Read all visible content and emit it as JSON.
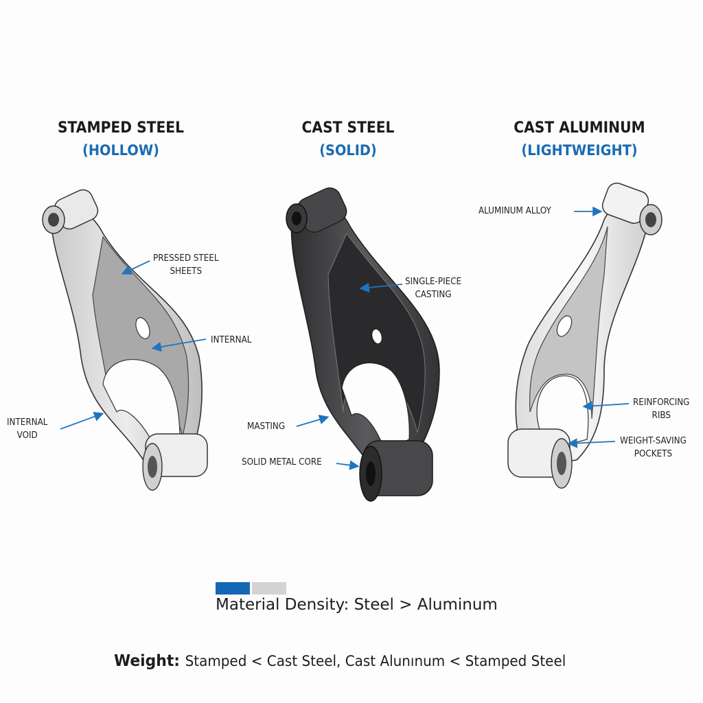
{
  "columns": [
    {
      "title": "STAMPED STEEL",
      "subtitle": "(HOLLOW)",
      "callouts": [
        "PRESSED STEEL",
        "SHEETS",
        "INTERNAL",
        "INTERNAL",
        "VOID"
      ]
    },
    {
      "title": "CAST STEEL",
      "subtitle": "(SOLID)",
      "callouts": [
        "SINGLE-PIECE",
        "CASTING",
        "MASTING",
        "SOLID METAL CORE"
      ]
    },
    {
      "title": "CAST ALUMINUM",
      "subtitle": "(LIGHTWEIGHT)",
      "callouts": [
        "ALUMINUM ALLOY",
        "REINFORCING",
        "RIBS",
        "WEIGHT-SAVING",
        "POCKETS"
      ]
    }
  ],
  "legend": {
    "swatches": [
      {
        "name": "steel",
        "color": "#1567b5"
      },
      {
        "name": "aluminum",
        "color": "#d3d3d5"
      }
    ],
    "density_text": "Material Density: Steel > Aluminum"
  },
  "footer": {
    "weight_label": "Weight:",
    "weight_text": "Stamped < Cast Steel, Cast Alunınum < Stamped Steel"
  },
  "colors": {
    "accent": "#1a6bb3",
    "arrow": "#1f74bf",
    "steel_dark": "#3d3d3f",
    "stamped": "#d8d8d8",
    "aluminum": "#ececec"
  }
}
